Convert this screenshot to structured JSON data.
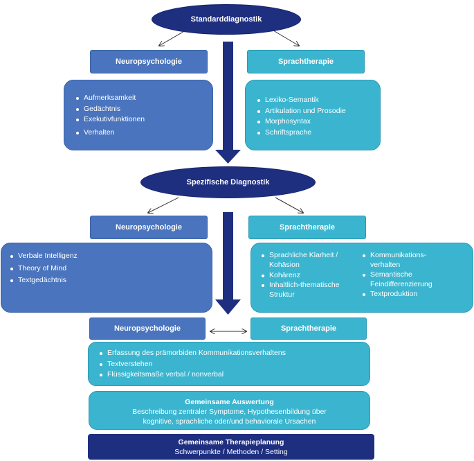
{
  "level1": {
    "oval": "Standarddiagnostik",
    "left_header": "Neuropsychologie",
    "right_header": "Sprachtherapie",
    "left_items": [
      "Aufmerksamkeit",
      "Gedächtnis",
      "Exekutivfunktionen",
      "Verhalten"
    ],
    "right_items": [
      "Lexiko-Semantik",
      "Artikulation und Prosodie",
      "Morphosyntax",
      "Schriftsprache"
    ]
  },
  "level2": {
    "oval": "Spezifische Diagnostik",
    "left_header": "Neuropsychologie",
    "right_header": "Sprachtherapie",
    "left_items": [
      "Verbale Intelligenz",
      "Theory of Mind",
      "Textgedächtnis"
    ],
    "right_items_col1": [
      "Sprachliche Klarheit / Kohäsion",
      "Kohärenz",
      "Inhaltlich-thematische Struktur"
    ],
    "right_items_col2": [
      "Kommunikations-verhalten",
      "Semantische Feindifferenzierung",
      "Textproduktion"
    ]
  },
  "level3": {
    "left_header": "Neuropsychologie",
    "right_header": "Sprachtherapie",
    "joint_items": [
      "Erfassung des prämorbiden Kommunikationsverhaltens",
      "Textverstehen",
      "Flüssigkeitsmaße verbal / nonverbal"
    ]
  },
  "evaluation": {
    "title": "Gemeinsame Auswertung",
    "line1": "Beschreibung zentraler Symptome, Hypothesenbildung über",
    "line2": "kognitive, sprachliche oder/und behaviorale Ursachen"
  },
  "planning": {
    "title": "Gemeinsame Therapieplanung",
    "line1": "Schwerpunkte / Methoden / Setting"
  },
  "colors": {
    "navy": "#1e2f80",
    "blue": "#4a74bd",
    "teal": "#3bb5cf",
    "arrow": "#1e2f80"
  }
}
